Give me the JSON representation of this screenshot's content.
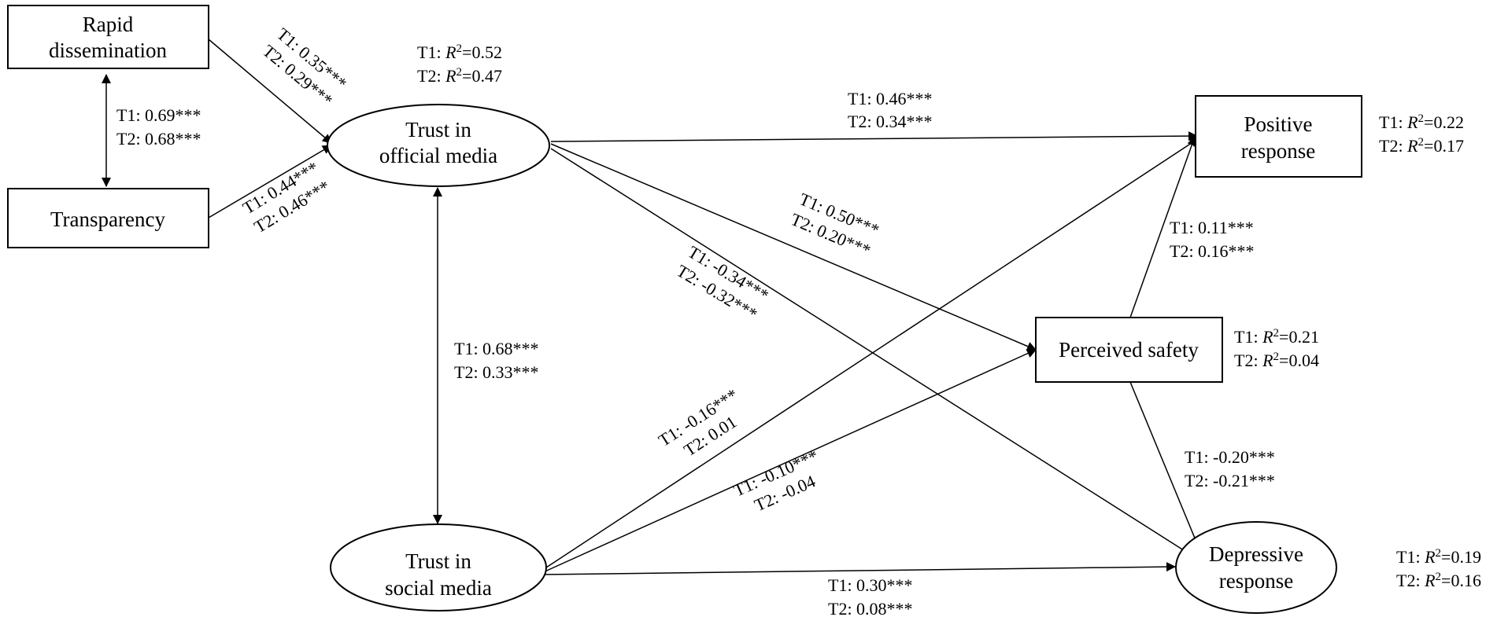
{
  "nodes": {
    "rapid": {
      "line1": "Rapid",
      "line2": "dissemination"
    },
    "transparency": {
      "line1": "Transparency"
    },
    "official": {
      "line1": "Trust in",
      "line2": "official media"
    },
    "social": {
      "line1": "Trust in",
      "line2": "social media"
    },
    "safety": {
      "line1": "Perceived safety"
    },
    "positive": {
      "line1": "Positive",
      "line2": "response"
    },
    "depressive": {
      "line1": "Depressive",
      "line2": "response"
    }
  },
  "r2": {
    "official": {
      "t1": "0.52",
      "t2": "0.47"
    },
    "safety": {
      "t1": "0.21",
      "t2": "0.04"
    },
    "positive": {
      "t1": "0.22",
      "t2": "0.17"
    },
    "depressive": {
      "t1": "0.19",
      "t2": "0.16"
    }
  },
  "r2_prefix_t1": "T1: ",
  "r2_prefix_t2": "T2: ",
  "r2_symbol": "R",
  "r2_sup": "2",
  "r2_eq": "=",
  "paths": {
    "rapid_transparency": {
      "t1": "T1: 0.69***",
      "t2": "T2: 0.68***"
    },
    "rapid_official": {
      "t1": "T1: 0.35***",
      "t2": "T2: 0.29***"
    },
    "transparency_official": {
      "t1": "T1: 0.44***",
      "t2": "T2: 0.46***"
    },
    "official_social": {
      "t1": "T1: 0.68***",
      "t2": "T2: 0.33***"
    },
    "official_positive": {
      "t1": "T1: 0.46***",
      "t2": "T2: 0.34***"
    },
    "official_safety": {
      "t1": "T1: 0.50***",
      "t2": "T2: 0.20***"
    },
    "official_depressive": {
      "t1": "T1: -0.34***",
      "t2": "T2: -0.32***"
    },
    "social_positive": {
      "t1": "T1: -0.16***",
      "t2": "T2: 0.01"
    },
    "social_safety": {
      "t1": "T1: -0.10***",
      "t2": "T2: -0.04"
    },
    "social_depressive": {
      "t1": "T1: 0.30***",
      "t2": "T2: 0.08***"
    },
    "safety_positive": {
      "t1": "T1: 0.11***",
      "t2": "T2: 0.16***"
    },
    "safety_depressive": {
      "t1": "T1: -0.20***",
      "t2": "T2: -0.21***"
    }
  }
}
